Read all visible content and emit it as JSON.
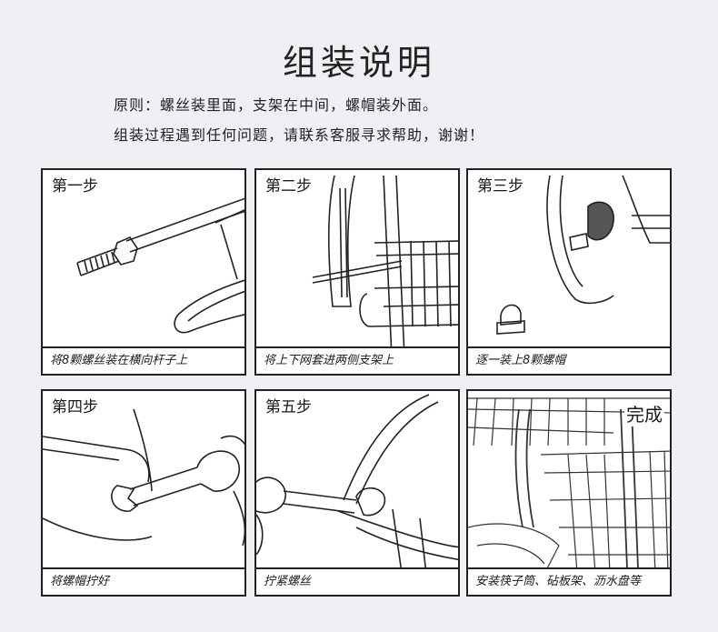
{
  "title": "组装说明",
  "intro": {
    "line1": "原则：螺丝装里面，支架在中间，螺帽装外面。",
    "line2": "组装过程遇到任何问题，请联系客服寻求帮助，谢谢！"
  },
  "steps": [
    {
      "label": "第一步",
      "caption": "将8颗螺丝装在横向杆子上"
    },
    {
      "label": "第二步",
      "caption": "将上下网套进两侧支架上"
    },
    {
      "label": "第三步",
      "caption": "逐一装上8颗螺帽"
    },
    {
      "label": "第四步",
      "caption": "将螺帽拧好"
    },
    {
      "label": "第五步",
      "caption": "拧紧螺丝"
    },
    {
      "label": "完成",
      "caption": "安装筷子筒、砧板架、沥水盘等"
    }
  ]
}
